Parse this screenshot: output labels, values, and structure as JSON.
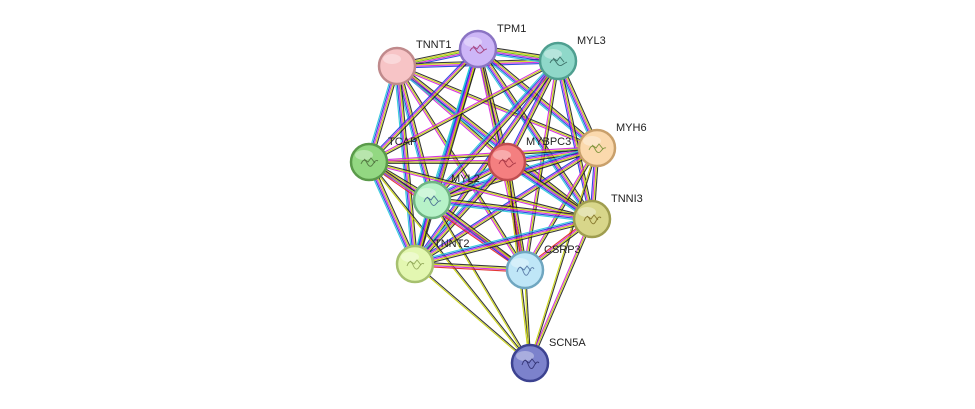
{
  "network": {
    "nodes": [
      {
        "id": "TNNT1",
        "label": "TNNT1",
        "color": "#f7c4c6",
        "border": "#c08a8c"
      },
      {
        "id": "TPM1",
        "label": "TPM1",
        "color": "#cdb6f7",
        "border": "#8b74c4",
        "glyph": "#a0306a"
      },
      {
        "id": "MYL3",
        "label": "MYL3",
        "color": "#8fd8c9",
        "border": "#4f9f90",
        "glyph": "#2f5f58"
      },
      {
        "id": "MYH6",
        "label": "MYH6",
        "color": "#fbd9ad",
        "border": "#c9a06b",
        "glyph": "#6a8a2a"
      },
      {
        "id": "MYBPC3",
        "label": "MYBPC3",
        "color": "#f47f80",
        "border": "#c04d50",
        "glyph": "#a03040"
      },
      {
        "id": "TCAP",
        "label": "TCAP",
        "color": "#93d882",
        "border": "#5a9a4a",
        "glyph": "#4a6a3a"
      },
      {
        "id": "MYL2",
        "label": "MYL2",
        "color": "#b7f2c8",
        "border": "#6fb482",
        "glyph": "#3a5a8a"
      },
      {
        "id": "TNNI3",
        "label": "TNNI3",
        "color": "#d8d68a",
        "border": "#9f9d4f",
        "glyph": "#7a6a20"
      },
      {
        "id": "TNNT2",
        "label": "TNNT2",
        "color": "#e3f7b1",
        "border": "#a6c06f",
        "glyph": "#8aa050"
      },
      {
        "id": "CSRP3",
        "label": "CSRP3",
        "color": "#bfe6f7",
        "border": "#6fa6c0",
        "glyph": "#4a6a9a"
      },
      {
        "id": "SCN5A",
        "label": "SCN5A",
        "color": "#7c82cc",
        "border": "#3c4290",
        "glyph": "#2a2a6a"
      }
    ],
    "edge_colors": [
      "#222222",
      "#c8d200",
      "#6bb800",
      "#d21edc",
      "#1a3adc",
      "#20c8d8",
      "#e02020",
      "#8a8a8a"
    ],
    "edges": [
      [
        "TNNT1",
        "TPM1",
        [
          0,
          1,
          2,
          3,
          4
        ]
      ],
      [
        "TNNT1",
        "MYL3",
        [
          0,
          1,
          3,
          4
        ]
      ],
      [
        "TNNT1",
        "MYH6",
        [
          0,
          1,
          3
        ]
      ],
      [
        "TNNT1",
        "MYBPC3",
        [
          0,
          1,
          3
        ]
      ],
      [
        "TNNT1",
        "TCAP",
        [
          0,
          1,
          3,
          4,
          5
        ]
      ],
      [
        "TNNT1",
        "MYL2",
        [
          0,
          1,
          3,
          4,
          5
        ]
      ],
      [
        "TNNT1",
        "TNNI3",
        [
          0,
          1,
          3,
          4,
          5
        ]
      ],
      [
        "TNNT1",
        "TNNT2",
        [
          0,
          1,
          3,
          4,
          5
        ]
      ],
      [
        "TNNT1",
        "CSRP3",
        [
          0,
          1,
          3
        ]
      ],
      [
        "TPM1",
        "MYL3",
        [
          0,
          1,
          2,
          3,
          4,
          5
        ]
      ],
      [
        "TPM1",
        "MYH6",
        [
          0,
          1,
          3,
          4,
          5
        ]
      ],
      [
        "TPM1",
        "MYBPC3",
        [
          0,
          1,
          3,
          4
        ]
      ],
      [
        "TPM1",
        "TCAP",
        [
          0,
          1,
          3,
          4
        ]
      ],
      [
        "TPM1",
        "MYL2",
        [
          0,
          1,
          3,
          4,
          5
        ]
      ],
      [
        "TPM1",
        "TNNI3",
        [
          0,
          1,
          3,
          4,
          5
        ]
      ],
      [
        "TPM1",
        "TNNT2",
        [
          0,
          1,
          3,
          4,
          5
        ]
      ],
      [
        "TPM1",
        "CSRP3",
        [
          0,
          1,
          3
        ]
      ],
      [
        "MYL3",
        "MYH6",
        [
          0,
          1,
          3,
          4,
          5
        ]
      ],
      [
        "MYL3",
        "MYBPC3",
        [
          0,
          1,
          3,
          4
        ]
      ],
      [
        "MYL3",
        "TCAP",
        [
          0,
          1,
          3
        ]
      ],
      [
        "MYL3",
        "MYL2",
        [
          0,
          1,
          3,
          4,
          5
        ]
      ],
      [
        "MYL3",
        "TNNI3",
        [
          0,
          1,
          3,
          4
        ]
      ],
      [
        "MYL3",
        "TNNT2",
        [
          0,
          1,
          3,
          4
        ]
      ],
      [
        "MYL3",
        "CSRP3",
        [
          0,
          1,
          3
        ]
      ],
      [
        "MYH6",
        "MYBPC3",
        [
          0,
          1,
          3,
          4,
          5
        ]
      ],
      [
        "MYH6",
        "TCAP",
        [
          0,
          1,
          3
        ]
      ],
      [
        "MYH6",
        "MYL2",
        [
          0,
          1,
          3,
          4,
          5
        ]
      ],
      [
        "MYH6",
        "TNNI3",
        [
          0,
          1,
          3,
          4
        ]
      ],
      [
        "MYH6",
        "TNNT2",
        [
          0,
          1,
          3,
          4
        ]
      ],
      [
        "MYH6",
        "CSRP3",
        [
          0,
          1,
          3
        ]
      ],
      [
        "MYH6",
        "SCN5A",
        [
          0,
          1
        ]
      ],
      [
        "MYBPC3",
        "TCAP",
        [
          0,
          1,
          3
        ]
      ],
      [
        "MYBPC3",
        "MYL2",
        [
          0,
          1,
          3,
          4,
          5
        ]
      ],
      [
        "MYBPC3",
        "TNNI3",
        [
          0,
          1,
          3,
          4,
          5
        ]
      ],
      [
        "MYBPC3",
        "TNNT2",
        [
          0,
          1,
          3,
          4,
          5
        ]
      ],
      [
        "MYBPC3",
        "CSRP3",
        [
          0,
          1,
          3,
          6
        ]
      ],
      [
        "MYBPC3",
        "SCN5A",
        [
          0,
          1
        ]
      ],
      [
        "TCAP",
        "MYL2",
        [
          0,
          1,
          3,
          4,
          5
        ]
      ],
      [
        "TCAP",
        "TNNI3",
        [
          0,
          1,
          3
        ]
      ],
      [
        "TCAP",
        "TNNT2",
        [
          0,
          1,
          3,
          4,
          5
        ]
      ],
      [
        "TCAP",
        "CSRP3",
        [
          0,
          1,
          3,
          6
        ]
      ],
      [
        "TCAP",
        "SCN5A",
        [
          0,
          1
        ]
      ],
      [
        "MYL2",
        "TNNI3",
        [
          0,
          1,
          3,
          4,
          5
        ]
      ],
      [
        "MYL2",
        "TNNT2",
        [
          0,
          1,
          3,
          4,
          5
        ]
      ],
      [
        "MYL2",
        "CSRP3",
        [
          0,
          1,
          3,
          4
        ]
      ],
      [
        "MYL2",
        "SCN5A",
        [
          0,
          1
        ]
      ],
      [
        "TNNI3",
        "TNNT2",
        [
          0,
          1,
          3,
          4,
          5
        ]
      ],
      [
        "TNNI3",
        "CSRP3",
        [
          0,
          1,
          3,
          6
        ]
      ],
      [
        "TNNI3",
        "SCN5A",
        [
          0,
          1,
          3
        ]
      ],
      [
        "TNNT2",
        "CSRP3",
        [
          0,
          1,
          3,
          6
        ]
      ],
      [
        "TNNT2",
        "SCN5A",
        [
          0,
          1
        ]
      ],
      [
        "CSRP3",
        "SCN5A",
        [
          0,
          1
        ]
      ]
    ]
  }
}
